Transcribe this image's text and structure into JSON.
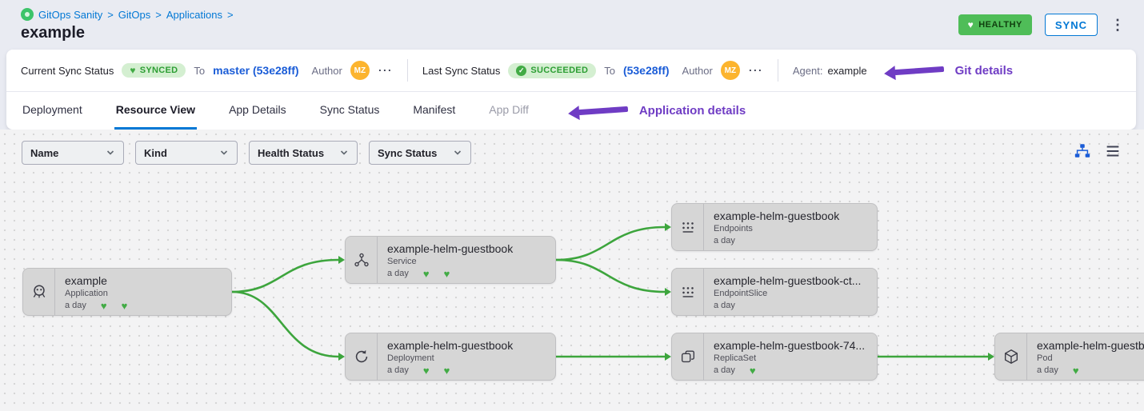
{
  "breadcrumb": {
    "separator": ">",
    "items": [
      "GitOps Sanity",
      "GitOps",
      "Applications"
    ]
  },
  "page": {
    "title": "example"
  },
  "header": {
    "health_badge": "HEALTHY",
    "sync_button": "SYNC"
  },
  "status_bar": {
    "current": {
      "label": "Current Sync Status",
      "badge": "SYNCED",
      "to": "To",
      "revision": "master (53e28ff)",
      "author_label": "Author",
      "avatar": "MZ"
    },
    "last": {
      "label": "Last Sync Status",
      "badge": "SUCCEEDED",
      "to": "To",
      "revision": "(53e28ff)",
      "author_label": "Author",
      "avatar": "MZ"
    },
    "agent_label": "Agent:",
    "agent_value": "example",
    "annotation": "Git details"
  },
  "tabs": {
    "annotation": "Application details",
    "items": [
      {
        "label": "Deployment",
        "active": false
      },
      {
        "label": "Resource View",
        "active": true
      },
      {
        "label": "App Details",
        "active": false
      },
      {
        "label": "Sync Status",
        "active": false
      },
      {
        "label": "Manifest",
        "active": false
      },
      {
        "label": "App Diff",
        "active": false,
        "disabled": true
      }
    ]
  },
  "filters": {
    "dropdowns": [
      {
        "label": "Name"
      },
      {
        "label": "Kind"
      },
      {
        "label": "Health Status"
      },
      {
        "label": "Sync Status"
      }
    ],
    "view_icons": [
      "tree-view-icon",
      "list-view-icon"
    ]
  },
  "graph": {
    "nodes": [
      {
        "title": "example",
        "kind": "Application",
        "age": "a day",
        "icon": "application-icon",
        "status_icons": [
          "heart-icon",
          "heart-icon"
        ]
      },
      {
        "title": "example-helm-guestbook",
        "kind": "Service",
        "age": "a day",
        "icon": "service-icon",
        "status_icons": [
          "heart-icon",
          "heart-icon"
        ]
      },
      {
        "title": "example-helm-guestbook",
        "kind": "Endpoints",
        "age": "a day",
        "icon": "endpoints-icon",
        "status_icons": []
      },
      {
        "title": "example-helm-guestbook-ct...",
        "kind": "EndpointSlice",
        "age": "a day",
        "icon": "endpointslice-icon",
        "status_icons": []
      },
      {
        "title": "example-helm-guestbook",
        "kind": "Deployment",
        "age": "a day",
        "icon": "deployment-icon",
        "status_icons": [
          "heart-icon",
          "heart-icon"
        ]
      },
      {
        "title": "example-helm-guestbook-74...",
        "kind": "ReplicaSet",
        "age": "a day",
        "icon": "replicaset-icon",
        "status_icons": [
          "heart-icon"
        ]
      },
      {
        "title": "example-helm-guestbook",
        "kind": "Pod",
        "age": "a day",
        "icon": "pod-icon",
        "status_icons": [
          "heart-icon"
        ]
      }
    ]
  },
  "icons": {
    "breadcrumb_logo": "gitops-logo-icon",
    "health_badge": "heart-icon",
    "synced_badge": "heart-icon",
    "succeeded_badge": "check-circle-icon",
    "more_options": "ellipsis-icon",
    "header_menu": "kebab-vertical-icon",
    "dropdown": "chevron-down-icon",
    "node_health": "heart-icon"
  },
  "colors": {
    "link_blue": "#0278d5",
    "revision_blue": "#1a5cd7",
    "success_green": "#42ab45",
    "badge_bg_green": "#d4efd1",
    "health_badge_green": "#4fbd58",
    "annotation_purple": "#6f3cc4",
    "avatar_orange": "#fcb42e",
    "edge_green": "#3da53d"
  }
}
